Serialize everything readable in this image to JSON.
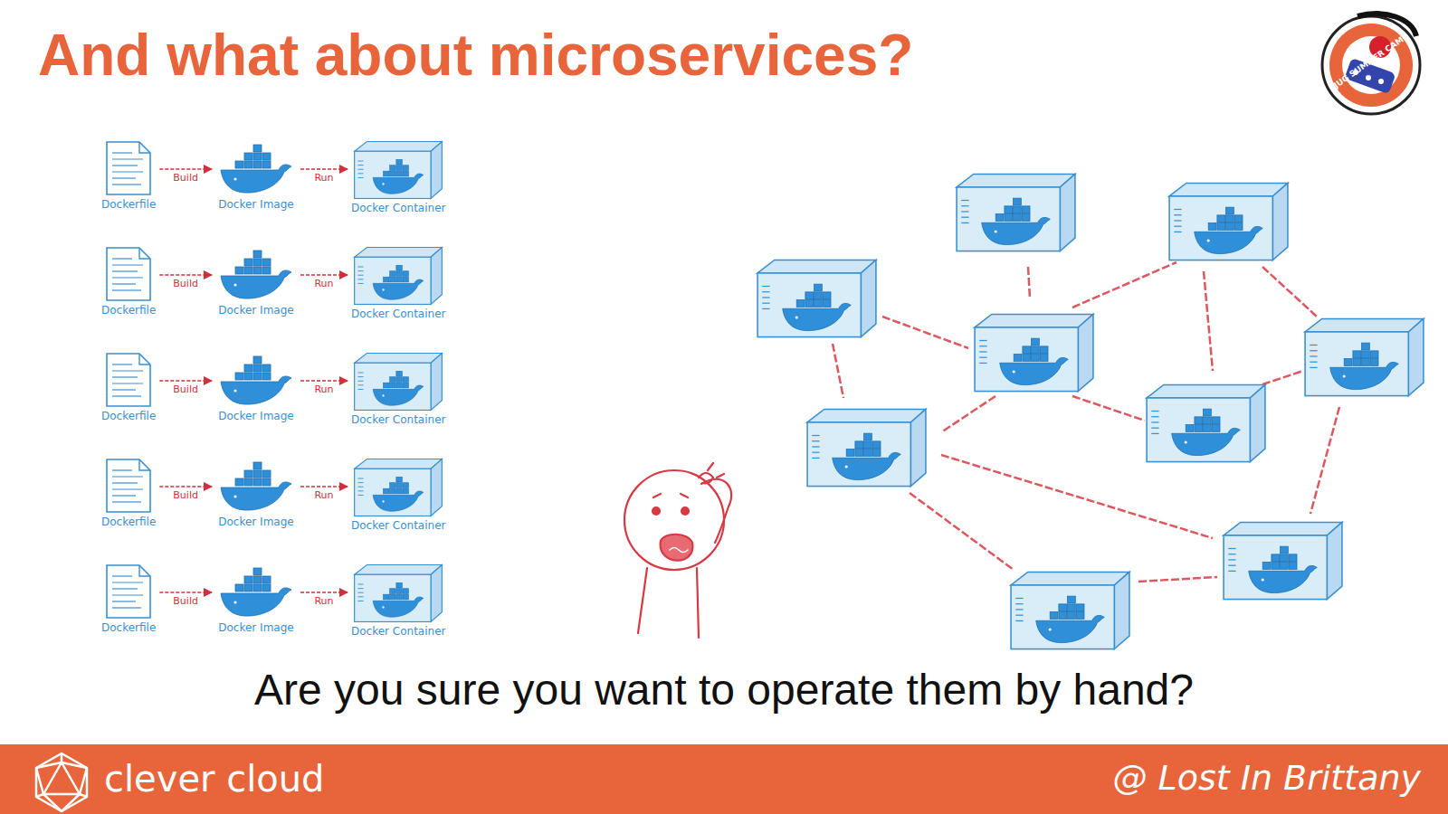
{
  "diagram": {
    "title": "And what about microservices?",
    "caption": "Are you sure you want to operate them by hand?",
    "nodes": [
      {
        "text": [
          "Dockerfile"
        ]
      },
      {
        "text": [
          "Docker Image"
        ]
      },
      {
        "text": [
          "Docker Container"
        ]
      },
      {
        "text": [
          "Dockerfile"
        ]
      },
      {
        "text": [
          "Docker Image"
        ]
      },
      {
        "text": [
          "Docker Container"
        ]
      },
      {
        "text": [
          "Dockerfile"
        ]
      },
      {
        "text": [
          "Docker Image"
        ]
      },
      {
        "text": [
          "Docker Container"
        ]
      },
      {
        "text": [
          "Dockerfile"
        ]
      },
      {
        "text": [
          "Docker Image"
        ]
      },
      {
        "text": [
          "Docker Container"
        ]
      },
      {
        "text": [
          "Dockerfile"
        ]
      },
      {
        "text": [
          "Docker Image"
        ]
      },
      {
        "text": [
          "Docker Container"
        ]
      }
    ],
    "edges": [
      {
        "from": 0,
        "to": 1,
        "label": "Build",
        "arrow": "to"
      },
      {
        "from": 1,
        "to": 2,
        "label": "Run",
        "arrow": "to"
      },
      {
        "from": 3,
        "to": 4,
        "label": "Build",
        "arrow": "to"
      },
      {
        "from": 4,
        "to": 5,
        "label": "Run",
        "arrow": "to"
      },
      {
        "from": 6,
        "to": 7,
        "label": "Build",
        "arrow": "to"
      },
      {
        "from": 7,
        "to": 8,
        "label": "Run",
        "arrow": "to"
      },
      {
        "from": 9,
        "to": 10,
        "label": "Build",
        "arrow": "to"
      },
      {
        "from": 10,
        "to": 11,
        "label": "Run",
        "arrow": "to"
      },
      {
        "from": 12,
        "to": 13,
        "label": "Build",
        "arrow": "to"
      },
      {
        "from": 13,
        "to": 14,
        "label": "Run",
        "arrow": "to"
      }
    ],
    "labels": [
      "JUG SUMMER CAMP",
      "clever cloud",
      "@ Lost In Brittany"
    ]
  }
}
